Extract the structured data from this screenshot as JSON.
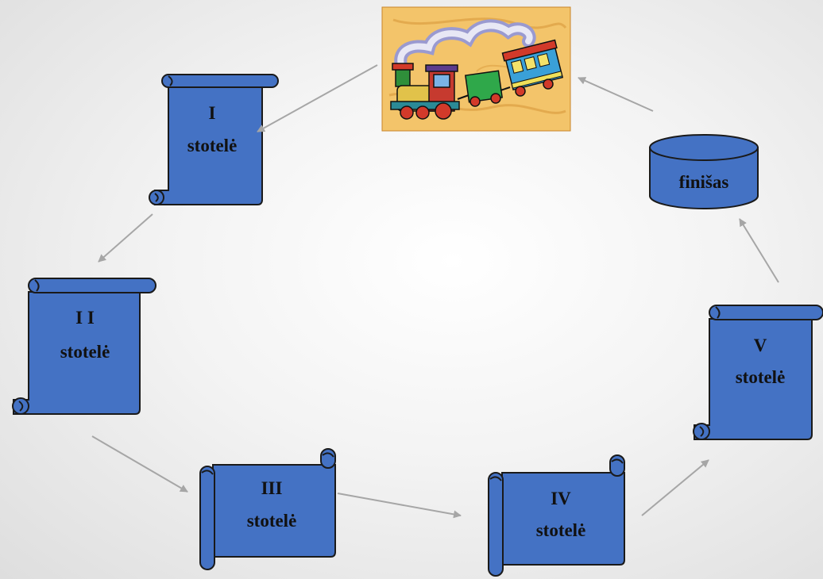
{
  "stations": [
    {
      "line1": "I",
      "line2": "stotelė"
    },
    {
      "line1": "I I",
      "line2": "stotelė"
    },
    {
      "line1": "III",
      "line2": "stotelė"
    },
    {
      "line1": "IV",
      "line2": "stotelė"
    },
    {
      "line1": "V",
      "line2": "stotelė"
    }
  ],
  "finish": {
    "label": "finišas"
  },
  "picture": {
    "name": "train-clipart"
  },
  "colors": {
    "shape_fill": "#4472c4",
    "outline": "#1a1a1a",
    "arrow": "#a6a6a6",
    "picture_background": "#f3c46a"
  }
}
